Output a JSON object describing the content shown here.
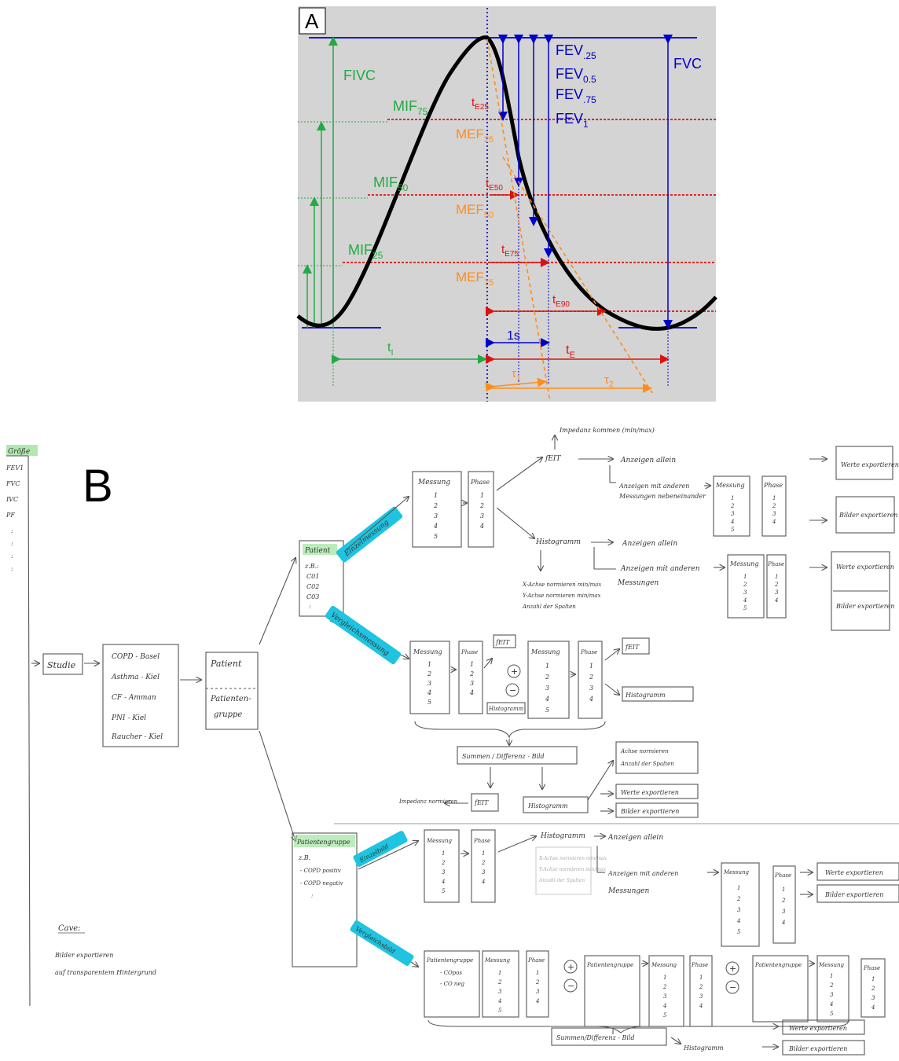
{
  "panel_a": {
    "letter": "A",
    "colors": {
      "background": "#d4d4d4",
      "curve": "#000000",
      "volume": "#0000cc",
      "inspiratory": "#22aa44",
      "timing": "#dd1111",
      "expiratory_flow": "#ff8c1a"
    },
    "labels": {
      "fivc": "FIVC",
      "fvc": "FVC",
      "mif75": "MIF",
      "mif75_sub": "75",
      "mif50": "MIF",
      "mif50_sub": "50",
      "mif25": "MIF",
      "mif25_sub": "25",
      "fev25": "FEV",
      "fev25_sub": ".25",
      "fev05": "FEV",
      "fev05_sub": "0.5",
      "fev75": "FEV",
      "fev75_sub": ".75",
      "fev1": "FEV",
      "fev1_sub": "1",
      "te25": "t",
      "te25_sub": "E25",
      "te50": "t",
      "te50_sub": "E50",
      "te75": "t",
      "te75_sub": "E75",
      "te90": "t",
      "te90_sub": "E90",
      "mef25": "MEF",
      "mef25_sub": "25",
      "mef50": "MEF",
      "mef50_sub": "50",
      "mef75": "MEF",
      "mef75_sub": "75",
      "one_s": "1s",
      "ti": "t",
      "ti_sub": "I",
      "te": "t",
      "te_sub": "E",
      "tau1": "τ",
      "tau1_sub": "1",
      "tau2": "τ",
      "tau2_sub": "2"
    }
  },
  "panel_b": {
    "letter": "B",
    "sidebar": {
      "title": "Größe",
      "items": [
        "FEV1",
        "FVC",
        "IVC",
        "PF",
        ":",
        ":",
        ":",
        ":"
      ]
    },
    "study": "Studie",
    "groups": [
      "COPD - Basel",
      "Asthma - Kiel",
      "CF - Amman",
      "PNI - Kiel",
      "Raucher - Kiel"
    ],
    "patient_box": {
      "line1": "Patient",
      "line2": "Patienten-",
      "line3": "gruppe"
    },
    "patient_top": {
      "title": "Patient",
      "items": [
        "z.B.:",
        "C01",
        "C02",
        "C03",
        ":"
      ]
    },
    "patient_group": {
      "title": "Patientengruppe",
      "items": [
        "z.B.",
        "- COPD positiv",
        "- COPD negativ",
        ":"
      ]
    },
    "tags": {
      "einzel": "Einzelmessung",
      "vergleich": "Vergleichsmessung",
      "einzelbild": "Einzelbild",
      "vergleichsbild": "Vergleichsbild"
    },
    "words": {
      "messung": "Messung",
      "phase": "Phase",
      "num1": "1",
      "num2": "2",
      "num3": "3",
      "num4": "4",
      "num5": "5",
      "feit": "fEIT",
      "histogramm": "Histogramm",
      "histogramm2": "Histogramm",
      "anzeigen_allein": "Anzeigen allein",
      "anzeigen_andere": "Anzeigen mit anderen",
      "messungen_nebeneinander": "Messungen nebeneinander",
      "messungen": "Messungen",
      "impedanz_top": "Impedanz kommen (min/max)",
      "xachse": "X-Achse normieren min/max",
      "yachse": "Y-Achse normieren min/max",
      "anzahl_spalten": "Anzahl der Spalten",
      "werte_export": "Werte exportieren",
      "bilder_export": "Bilder exportieren",
      "plus": "+",
      "minus": "−",
      "summen": "Summen / Differenz - Bild",
      "summen2": "Summen/Differenz - Bild",
      "achse_norm": "Achse normieren",
      "anzahl_spalten2": "Anzahl der Spalten",
      "impedanz_norm": "Impedanz normieren",
      "patientengruppe": "Patientengruppe",
      "copos": "- COpos",
      "coneg": "- CO neg",
      "cave": "Cave:",
      "cave1": "Bilder exportieren",
      "cave2": "auf transparentem Hintergrund"
    }
  }
}
